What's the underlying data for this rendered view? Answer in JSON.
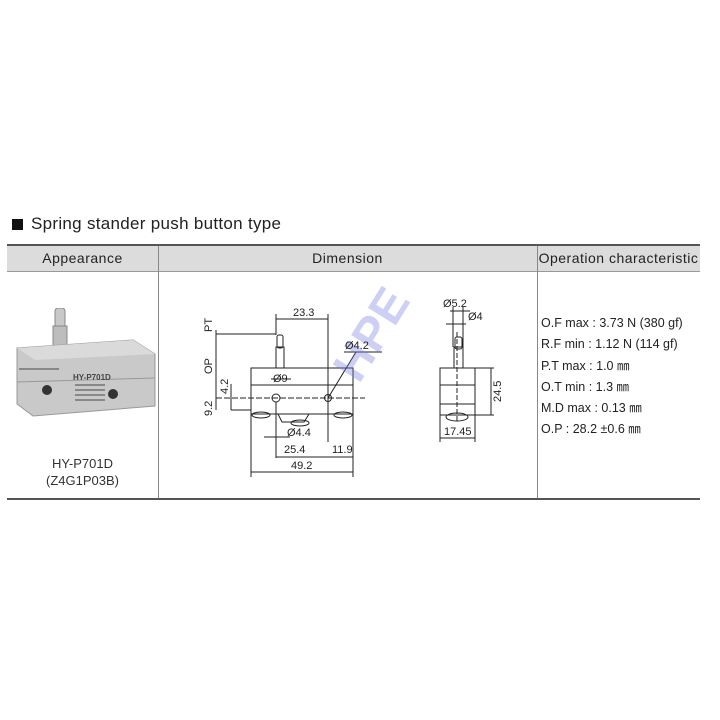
{
  "section_title": "Spring stander push button type",
  "table": {
    "headers": [
      "Appearance",
      "Dimension",
      "Operation characteristic"
    ],
    "appearance": {
      "model": "HY-P701D",
      "code": "(Z4G1P03B)",
      "product_label": "HY-P701D"
    },
    "dimension": {
      "labels": {
        "pt": "PT",
        "op": "OP",
        "d_23_3": "23.3",
        "d_4_2_hole": "Ø4.2",
        "d_9": "Ø9",
        "d_4_2": "4.2",
        "d_9_2": "9.2",
        "d_4_4": "Ø4.4",
        "d_25_4": "25.4",
        "d_11_9": "11.9",
        "d_49_2": "49.2",
        "d_5_2": "Ø5.2",
        "d_4": "Ø4",
        "d_24_5": "24.5",
        "d_17_45": "17.45"
      },
      "watermark": "HPE"
    },
    "operation_characteristic": [
      "O.F max : 3.73 N (380 gf)",
      "R.F min : 1.12 N (114 gf)",
      "P.T max : 1.0 ㎜",
      "O.T min : 1.3 ㎜",
      "M.D max : 0.13 ㎜",
      "O.P : 28.2 ±0.6 ㎜"
    ]
  }
}
